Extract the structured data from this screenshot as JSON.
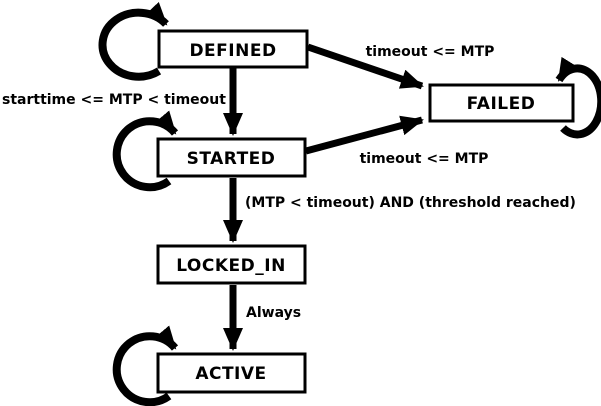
{
  "diagram": {
    "title": "state-machine-diagram",
    "colors": {
      "background": "#ffffff",
      "stroke": "#000000",
      "box_fill": "#ffffff",
      "text": "#000000"
    },
    "states": [
      {
        "id": "defined",
        "label": "DEFINED"
      },
      {
        "id": "started",
        "label": "STARTED"
      },
      {
        "id": "failed",
        "label": "FAILED"
      },
      {
        "id": "locked_in",
        "label": "LOCKED_IN"
      },
      {
        "id": "active",
        "label": "ACTIVE"
      }
    ],
    "transitions": [
      {
        "from": "DEFINED",
        "to": "STARTED",
        "label": "starttime <= MTP < timeout"
      },
      {
        "from": "DEFINED",
        "to": "FAILED",
        "label": "timeout <= MTP"
      },
      {
        "from": "STARTED",
        "to": "FAILED",
        "label": "timeout <= MTP"
      },
      {
        "from": "STARTED",
        "to": "LOCKED_IN",
        "label": "(MTP < timeout) AND (threshold reached)"
      },
      {
        "from": "LOCKED_IN",
        "to": "ACTIVE",
        "label": "Always"
      },
      {
        "from": "DEFINED",
        "to": "DEFINED",
        "label": ""
      },
      {
        "from": "STARTED",
        "to": "STARTED",
        "label": ""
      },
      {
        "from": "FAILED",
        "to": "FAILED",
        "label": ""
      },
      {
        "from": "ACTIVE",
        "to": "ACTIVE",
        "label": ""
      }
    ]
  }
}
